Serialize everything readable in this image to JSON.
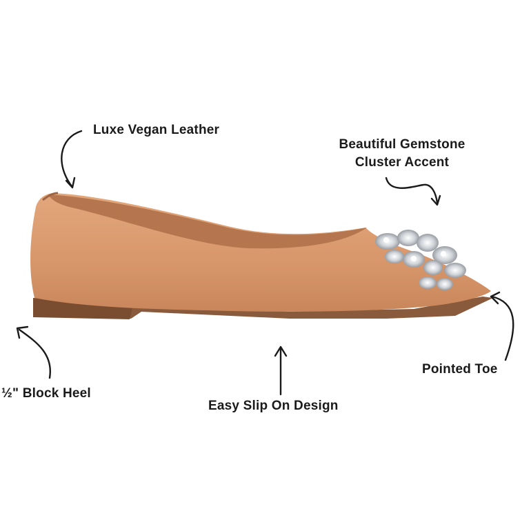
{
  "callouts": {
    "leather": "Luxe Vegan Leather",
    "gem_line1": "Beautiful Gemstone",
    "gem_line2": "Cluster Accent",
    "heel": "½\" Block Heel",
    "slip": "Easy Slip On Design",
    "toe": "Pointed Toe"
  },
  "colors": {
    "upper": "#d99a6c",
    "lining": "#b5764f",
    "sole": "#8a5a3c",
    "gem": "#c8cdd2",
    "text": "#1a1a1a"
  }
}
